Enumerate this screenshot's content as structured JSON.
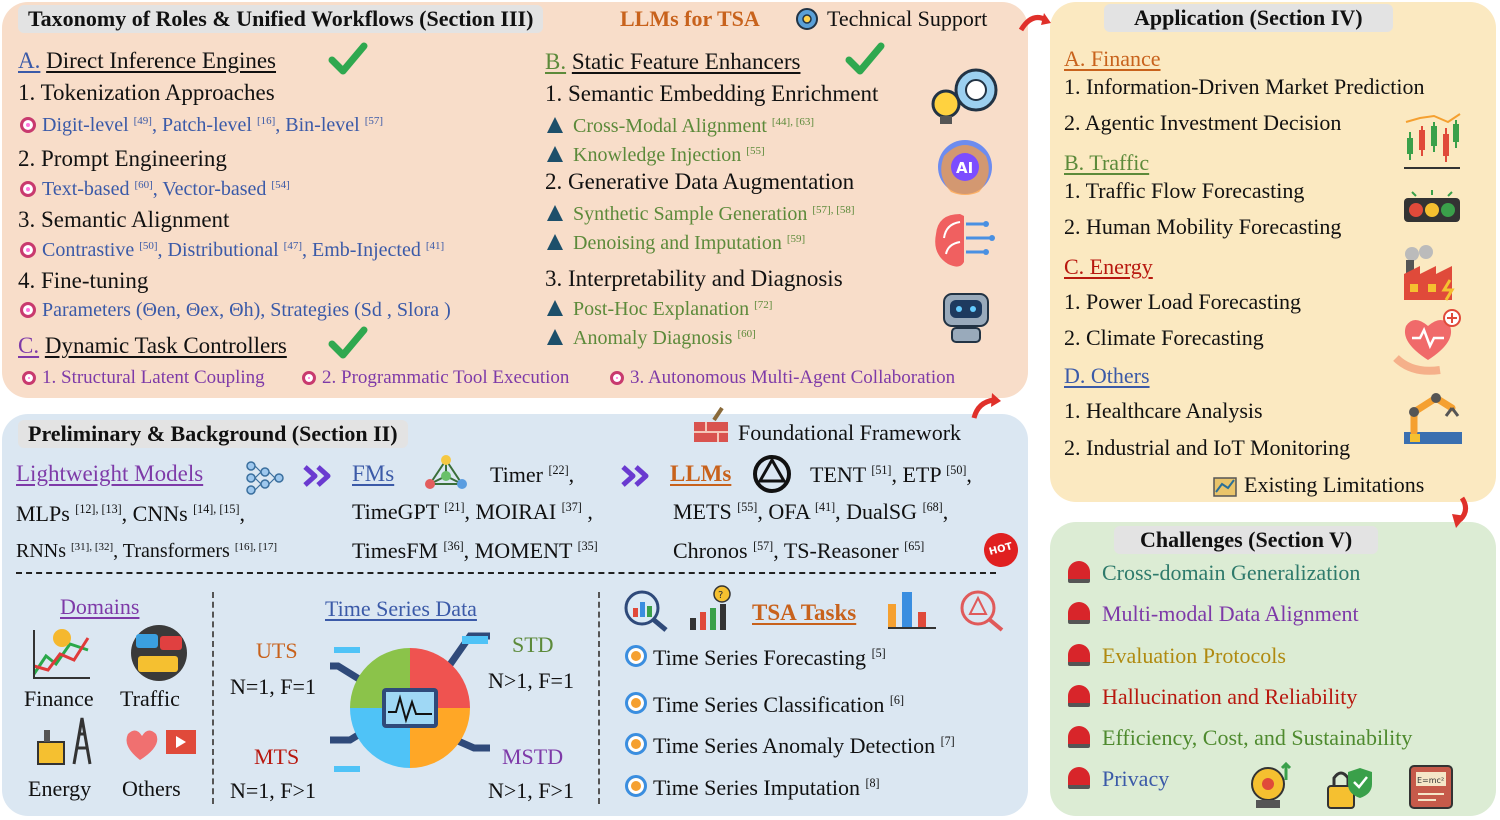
{
  "taxonomy": {
    "header": "Taxonomy of Roles & Unified Workflows (Section III)",
    "llms_for_tsa": "LLMs for TSA",
    "tech_support": "Technical Support",
    "a_letter": "A.",
    "a_title": "Direct Inference Engines",
    "a_items": [
      {
        "title": "1. Tokenization Approaches",
        "detail": "Digit-level [49], Patch-level [16], Bin-level [57]"
      },
      {
        "title": "2. Prompt Engineering",
        "detail": "Text-based [60], Vector-based [54]"
      },
      {
        "title": "3. Semantic Alignment",
        "detail": "Contrastive [50], Distributional [47], Emb-Injected [41]"
      },
      {
        "title": "4. Fine-tuning",
        "detail": "Parameters (Θen, Θex, Θh), Strategies (Sd , Slora )"
      }
    ],
    "b_letter": "B.",
    "b_title": "Static Feature Enhancers",
    "b_groups": [
      {
        "title": "1. Semantic Embedding Enrichment",
        "items": [
          "Cross-Modal Alignment [44], [63]",
          "Knowledge Injection [55]"
        ]
      },
      {
        "title": "2. Generative Data Augmentation",
        "items": [
          "Synthetic Sample Generation [57], [58]",
          "Denoising and Imputation [59]"
        ]
      },
      {
        "title": "3. Interpretability and Diagnosis",
        "items": [
          "Post-Hoc Explanation [72]",
          "Anomaly Diagnosis [60]"
        ]
      }
    ],
    "c_letter": "C.",
    "c_title": "Dynamic Task Controllers",
    "c_items": [
      "1. Structural Latent Coupling",
      "2. Programmatic Tool Execution",
      "3. Autonomous Multi-Agent Collaboration"
    ]
  },
  "preliminary": {
    "header": "Preliminary & Background (Section II)",
    "foundational": "Foundational Framework",
    "lightweight": "Lightweight Models",
    "lw_line1": "MLPs [12], [13], CNNs [14], [15],",
    "lw_line2": "RNNs [31], [32], Transformers [16], [17]",
    "fms": "FMs",
    "fm_line0": "Timer [22],",
    "fm_line1": "TimeGPT [21], MOIRAI [37] ,",
    "fm_line2": "TimesFM [36], MOMENT [35]",
    "llms": "LLMs",
    "llm_line0": "TENT [51], ETP [50],",
    "llm_line1": "METS [55], OFA [41], DualSG [68],",
    "llm_line2": "Chronos [57], TS-Reasoner [65]",
    "hot": "HOT",
    "domains_title": "Domains",
    "domains": [
      "Finance",
      "Traffic",
      "Energy",
      "Others"
    ],
    "tsdata_title": "Time Series Data",
    "uts": "UTS",
    "uts_desc": "N=1, F=1",
    "std": "STD",
    "std_desc": "N>1, F=1",
    "mts": "MTS",
    "mts_desc": "N=1, F>1",
    "mstd": "MSTD",
    "mstd_desc": "N>1, F>1",
    "tasks_title": "TSA Tasks",
    "tasks": [
      "Time Series Forecasting [5]",
      "Time Series Classification [6]",
      "Time Series Anomaly Detection [7]",
      "Time Series Imputation [8]"
    ]
  },
  "application": {
    "header": "Application (Section IV)",
    "sections": [
      {
        "letter_title": "A. Finance",
        "items": [
          "1. Information-Driven Market Prediction",
          "2. Agentic Investment Decision"
        ]
      },
      {
        "letter_title": "B. Traffic",
        "items": [
          "1. Traffic Flow Forecasting",
          "2. Human Mobility Forecasting"
        ]
      },
      {
        "letter_title": "C. Energy",
        "items": [
          "1. Power Load Forecasting",
          "2. Climate Forecasting"
        ]
      },
      {
        "letter_title": "D. Others",
        "items": [
          "1. Healthcare Analysis",
          "2. Industrial and IoT Monitoring"
        ]
      }
    ],
    "limitations": "Existing Limitations"
  },
  "challenges": {
    "header": "Challenges (Section V)",
    "items": [
      "Cross-domain Generalization",
      "Multi-modal Data Alignment",
      "Evaluation Protocols",
      "Hallucination and Reliability",
      "Efficiency, Cost, and Sustainability",
      "Privacy"
    ]
  },
  "colors": {
    "taxonomy_bg": "#f8ddc9",
    "preliminary_bg": "#dbe7f2",
    "application_bg": "#fbe9c1",
    "challenges_bg": "#dcecd4",
    "check": "#2fa84f"
  }
}
